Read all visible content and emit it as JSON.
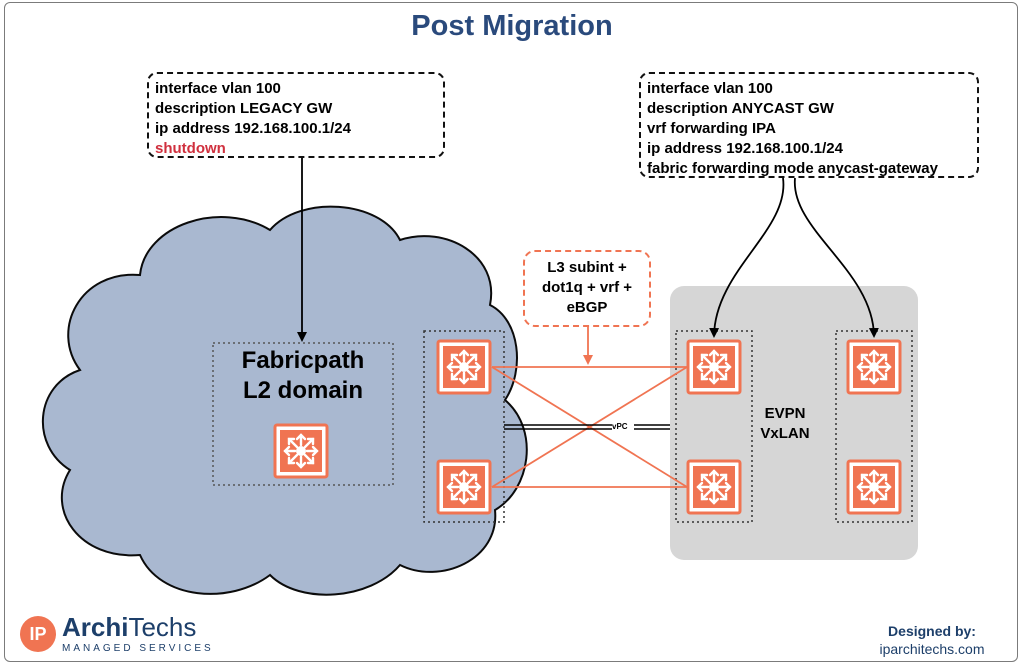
{
  "title": "Post Migration",
  "legacy_config": {
    "lines": [
      "interface vlan 100",
      " description LEGACY GW",
      " ip address 192.168.100.1/24"
    ],
    "shutdown": " shutdown"
  },
  "anycast_config": {
    "lines": [
      "interface vlan 100",
      " description ANYCAST GW",
      " vrf forwarding IPA",
      " ip address 192.168.100.1/24",
      " fabric forwarding mode anycast-gateway"
    ]
  },
  "l3_note": {
    "lines": [
      "L3 subint +",
      "dot1q + vrf +",
      "eBGP"
    ]
  },
  "fabricpath": {
    "lines": [
      "Fabricpath",
      "L2 domain"
    ]
  },
  "evpn": {
    "lines": [
      "EVPN",
      "VxLAN"
    ]
  },
  "vpc_label": "vPC",
  "logo": {
    "badge": "IP",
    "name_bold": "Archi",
    "name_rest": "Techs",
    "tagline": "MANAGED SERVICES"
  },
  "credit": {
    "label": "Designed by:",
    "site": "iparchitechs.com"
  },
  "colors": {
    "title": "#2a4a7c",
    "accent": "#f07452",
    "cloud": "#a9b8d0",
    "evpn_region": "#d6d6d6",
    "shutdown": "#d0303e"
  },
  "icons": [
    "switch-icon"
  ]
}
